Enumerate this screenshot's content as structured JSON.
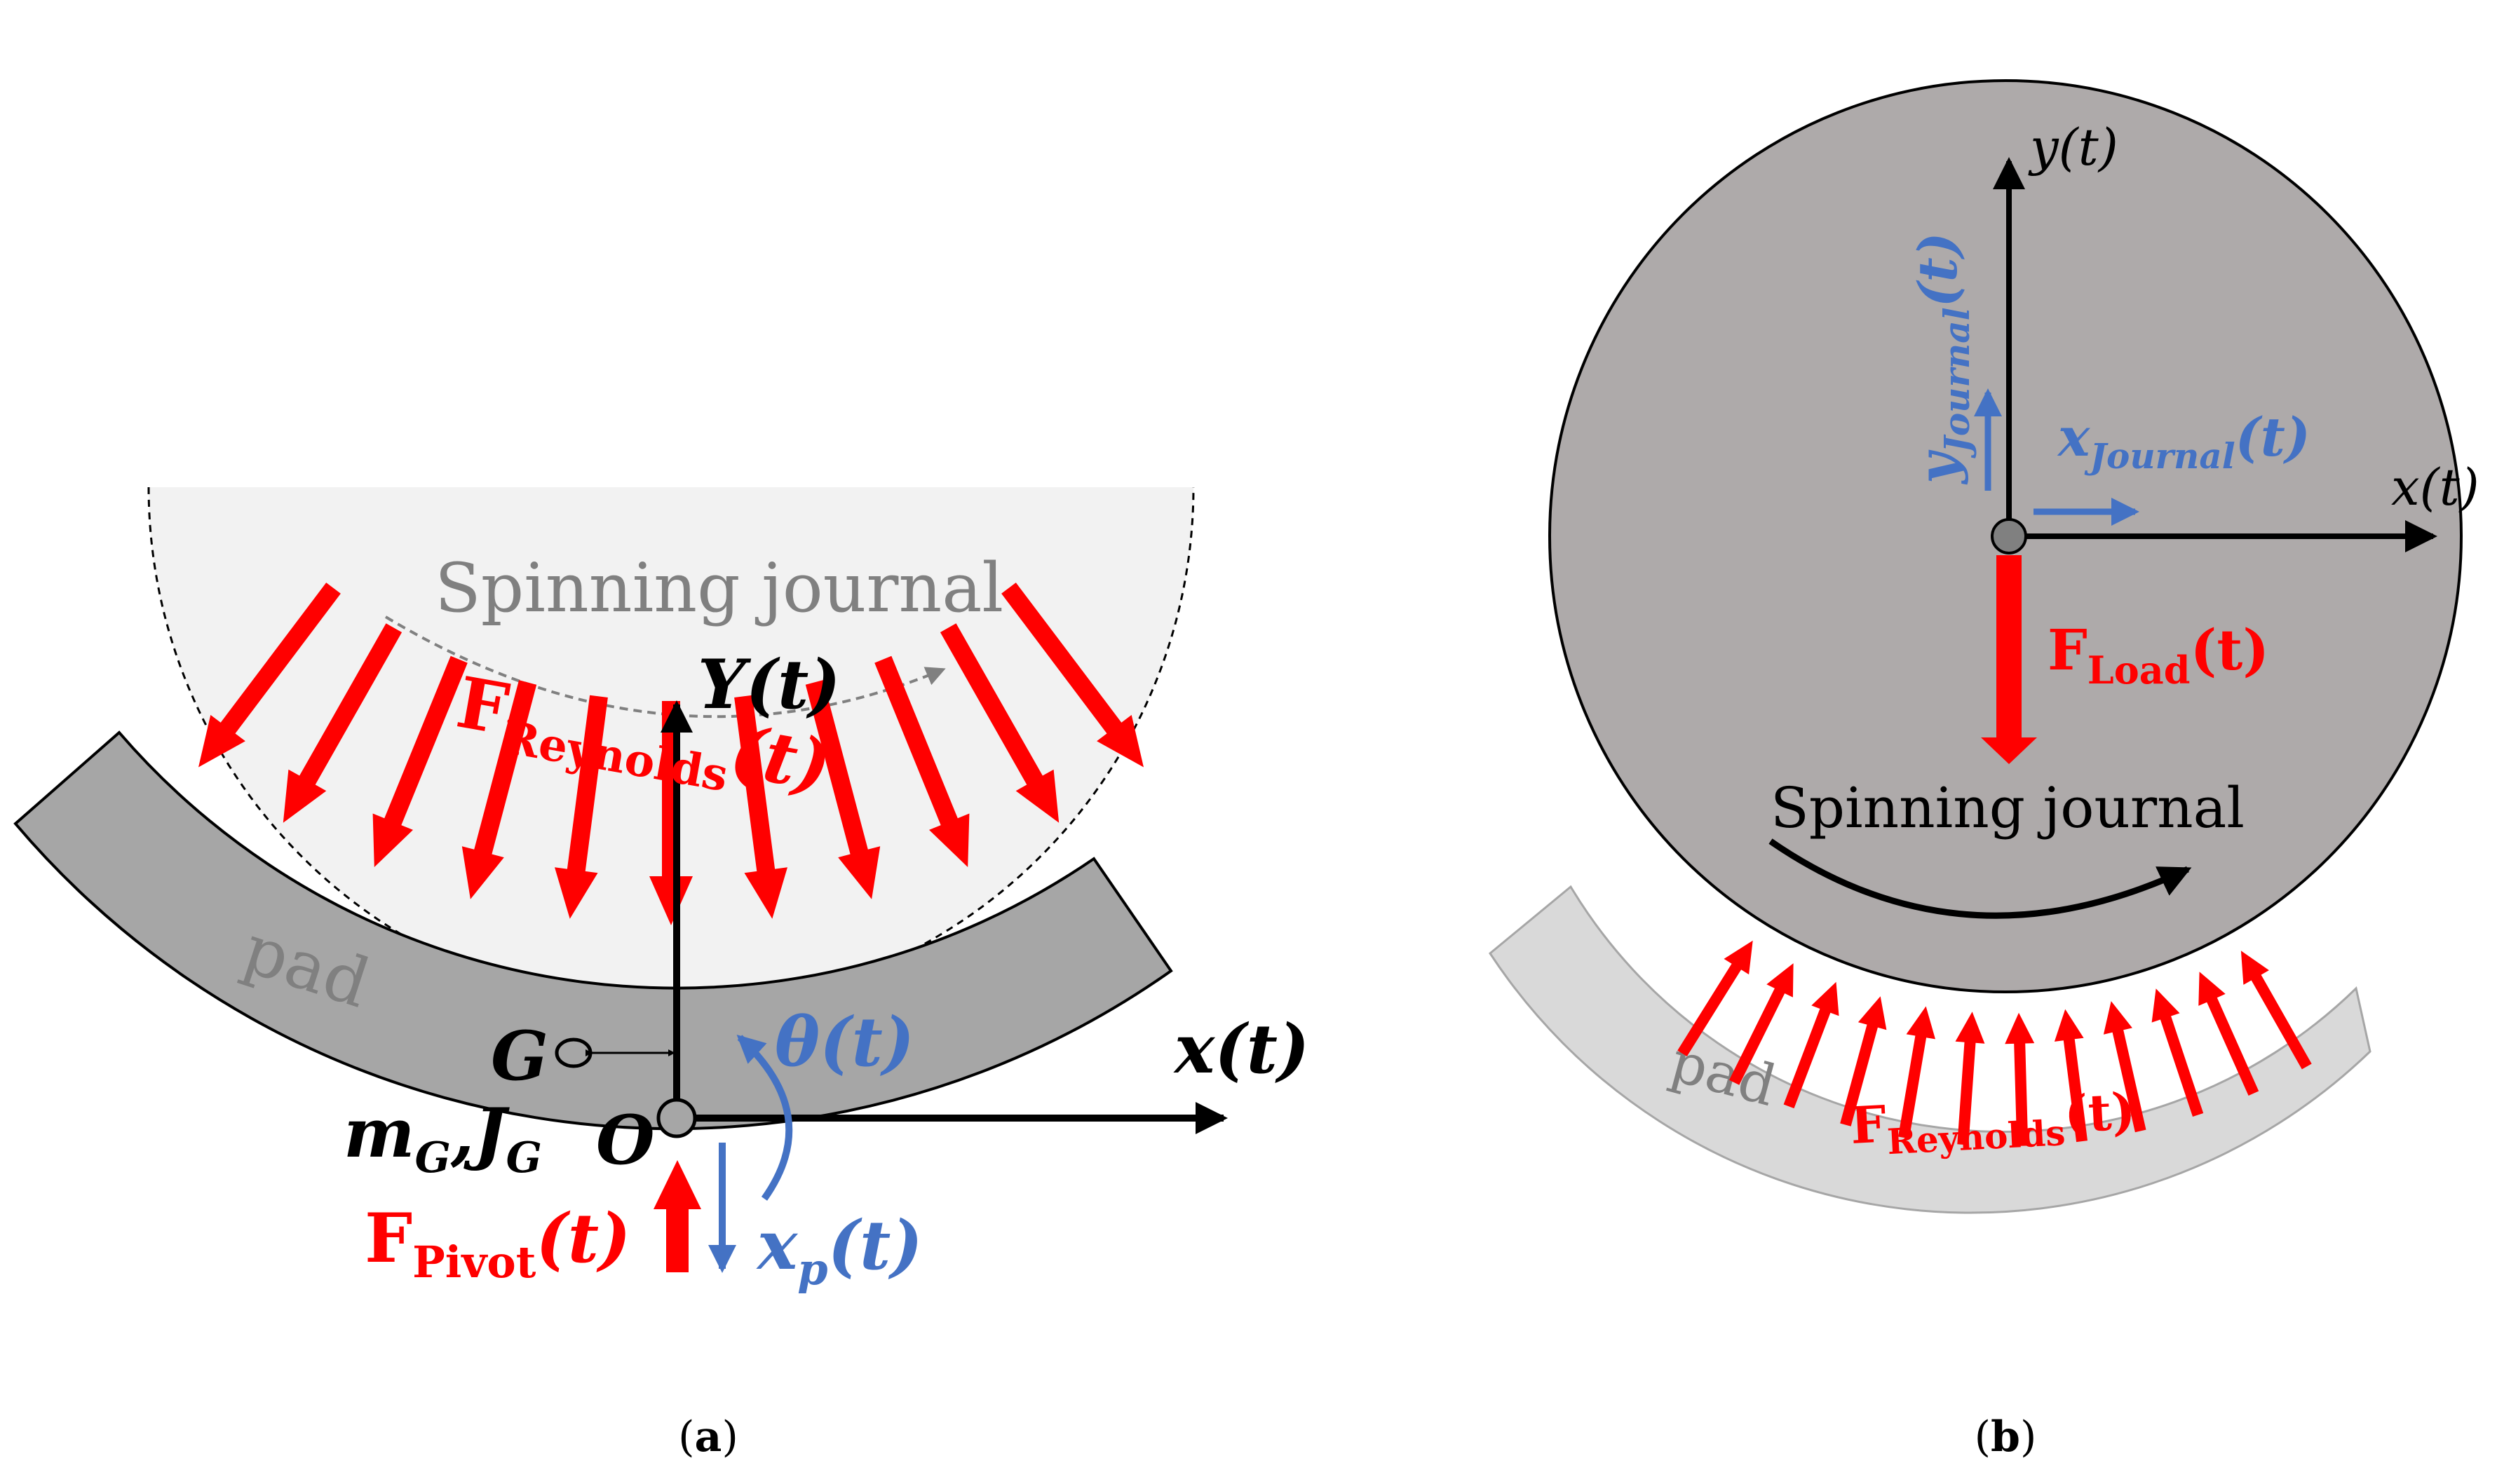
{
  "panel_a": {
    "caption_prefix": "(",
    "caption_letter": "a",
    "caption_suffix": ")",
    "journal_label": "Spinning journal",
    "pad_label": "pad",
    "reynolds_force": {
      "main": "F",
      "sub": "Reynolds",
      "arg": "(t)"
    },
    "y_axis": "Y(t)",
    "x_axis": "x(t)",
    "theta": "θ(t)",
    "center_of_mass": "G",
    "origin": "O",
    "mass_inertia": {
      "m": "m",
      "m_sub": "G",
      "sep": ",",
      "j": "J",
      "j_sub": "G"
    },
    "pivot_force": {
      "main": "F",
      "sub": "Pivot",
      "arg": "(t)"
    },
    "pivot_disp": {
      "main": "x",
      "sub": "p",
      "arg": "(t)"
    }
  },
  "panel_b": {
    "caption_prefix": "(",
    "caption_letter": "b",
    "caption_suffix": ")",
    "y_axis": "y(t)",
    "x_axis": "x(t)",
    "y_journal": {
      "main": "y",
      "sub": "Journal",
      "arg": "(t)"
    },
    "x_journal": {
      "main": "x",
      "sub": "Journal",
      "arg": "(t)"
    },
    "load_force": {
      "main": "F",
      "sub": "Load",
      "arg": "(t)"
    },
    "journal_label": "Spinning journal",
    "pad_label": "pad",
    "reynolds_force": {
      "main": "F",
      "sub": "Reynolds",
      "arg": "(t)"
    }
  },
  "colors": {
    "force_red": "#ff0000",
    "motion_blue": "#4472c4",
    "pad_dark": "#a6a6a6",
    "journal_light": "#f2f2f2",
    "journal_b": "#aeaaaa",
    "pad_light": "#d9d9d9",
    "label_gray": "#808080",
    "axis_black": "#000000"
  }
}
